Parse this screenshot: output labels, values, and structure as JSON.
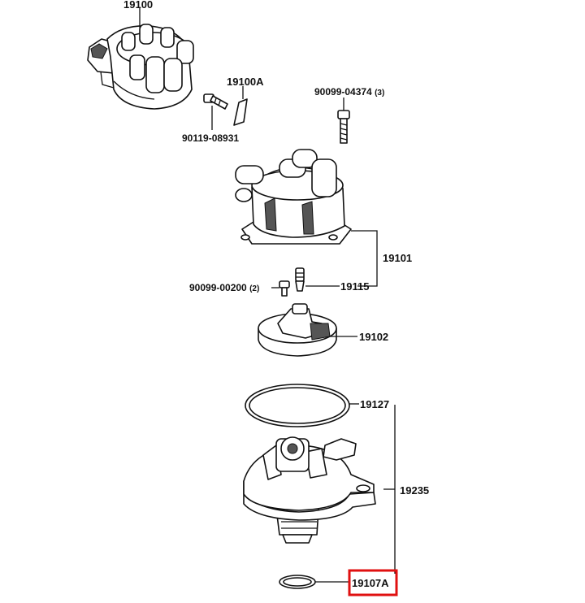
{
  "labels": {
    "distributor_assy": "19100",
    "label_19100a": "19100A",
    "bolt_a": "90119-08931",
    "bolt_b": "90099-04374",
    "bolt_b_qty": "(3)",
    "cap": "19101",
    "terminal": "19115",
    "screw": "90099-00200",
    "screw_qty": "(2)",
    "rotor": "19102",
    "gasket": "19127",
    "housing": "19235",
    "oring": "19107A"
  },
  "highlight": {
    "part": "19107A",
    "color": "#e01010"
  }
}
